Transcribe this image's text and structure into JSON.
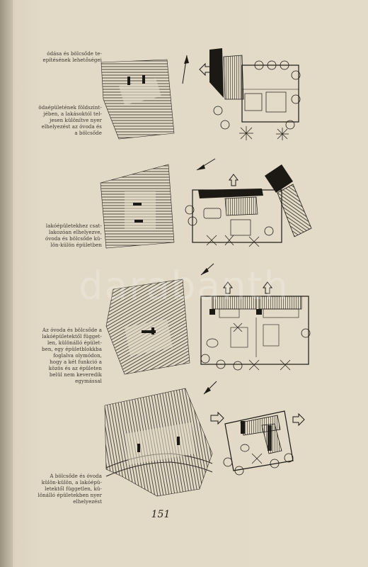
{
  "captions": [
    [
      "ódása és bölcsőde te-",
      "epítésének lehetőségei"
    ],
    [
      "ödaépületének földszint-",
      "jében, a lakásoktól tel-",
      "jesen különítve nyer",
      "elhelyezést az óvoda és",
      "a bölcsőde"
    ],
    [
      "lakóépületekhez csat-",
      "lakozóan elhelyezve,",
      "óvoda és bölcsőde kü-",
      "lön-külön épületben"
    ],
    [
      "Az óvoda és bölcsőde a",
      "lakóépületektől függet-",
      "len, különálló épület-",
      "ben, egy épületblokkba",
      "foglalva olymódon,",
      "hogy a két funkció a",
      "közös és az épületen",
      "belül nem keveredik",
      "egymással"
    ],
    [
      "A bölcsőde és óvoda",
      "külön-külön, a lakóépü-",
      "letektől független, kü-",
      "lönálló épületekben nyer",
      "elhelyezést"
    ]
  ],
  "page_number": "151",
  "watermark": "darabanth",
  "icons": {
    "north_arrow": "north-arrow-icon",
    "entrance_arrow": "entrance-arrow-icon"
  }
}
